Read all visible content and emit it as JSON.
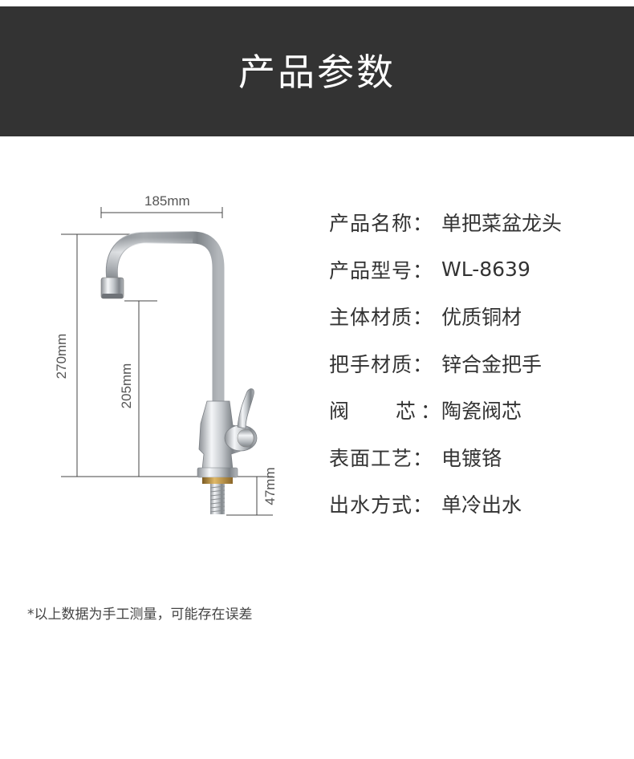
{
  "header": {
    "title": "产品参数"
  },
  "dimensions": {
    "width": "185mm",
    "total_height": "270mm",
    "spout_height": "205mm",
    "base_height": "47mm"
  },
  "specs": [
    {
      "label": "产品名称",
      "value": "单把菜盆龙头"
    },
    {
      "label": "产品型号",
      "value": "WL-8639"
    },
    {
      "label": "主体材质",
      "value": "优质铜材"
    },
    {
      "label": "把手材质",
      "value": "锌合金把手"
    },
    {
      "label": "阀芯",
      "value": "陶瓷阀芯"
    },
    {
      "label": "表面工艺",
      "value": "电镀铬"
    },
    {
      "label": "出水方式",
      "value": "单冷出水"
    }
  ],
  "separator": "：",
  "footnote": "*以上数据为手工测量，可能存在误差"
}
